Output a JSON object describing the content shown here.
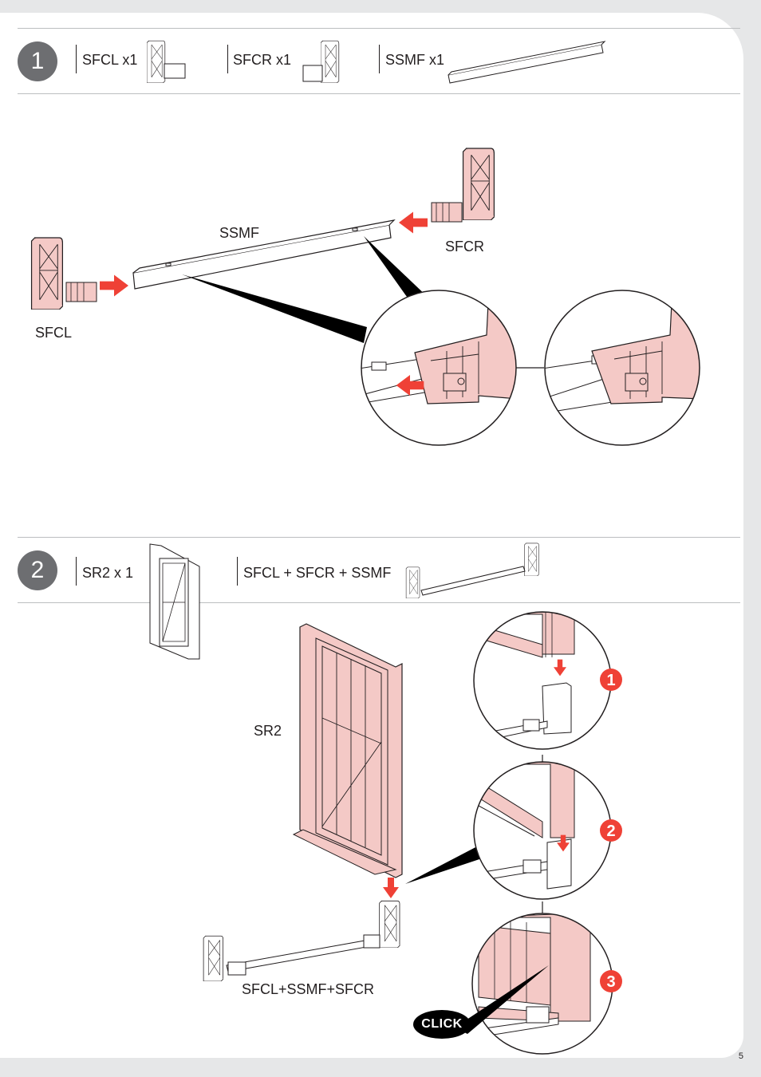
{
  "page_number": "5",
  "colors": {
    "part_fill": "#f4c9c6",
    "arrow": "#ef4136",
    "step_circle": "#6d6e71",
    "rule": "#bcbec0"
  },
  "step1": {
    "number": "1",
    "parts": [
      {
        "label": "SFCL x1",
        "icon": "sfcl-bracket-icon"
      },
      {
        "label": "SFCR x1",
        "icon": "sfcr-bracket-icon"
      },
      {
        "label": "SSMF x1",
        "icon": "ssmf-rail-icon"
      }
    ],
    "labels": {
      "ssmf": "SSMF",
      "sfcr": "SFCR",
      "sfcl": "SFCL"
    }
  },
  "step2": {
    "number": "2",
    "parts": [
      {
        "label": "SR2 x 1",
        "icon": "sr2-door-icon"
      },
      {
        "label": "SFCL + SFCR + SSMF",
        "icon": "rail-assembly-icon"
      }
    ],
    "labels": {
      "sr2": "SR2",
      "assembly": "SFCL+SSMF+SFCR"
    },
    "callouts": [
      "1",
      "2",
      "3"
    ],
    "click_text": "CLICK"
  }
}
